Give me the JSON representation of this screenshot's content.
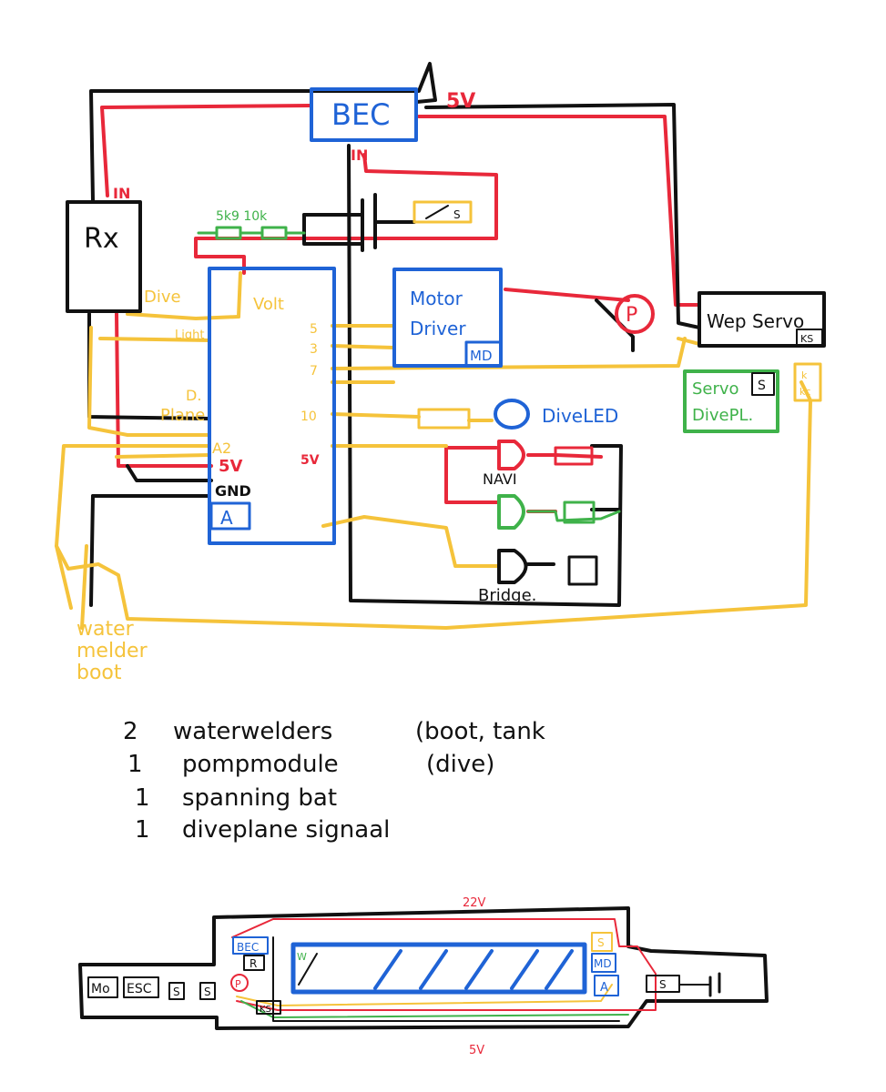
{
  "colors": {
    "black": "#111111",
    "red": "#e8283a",
    "blue": "#1f63d6",
    "green": "#3fb24a",
    "yellow": "#f5c33b"
  },
  "schematic": {
    "bec": "BEC",
    "v5_top": "5V",
    "in_bec": "IN",
    "in_rx": "IN",
    "rx": "Rx",
    "resistors": "5k9 10k",
    "switch_s": "S",
    "motor_driver_line1": "Motor",
    "motor_driver_line2": "Driver",
    "md": "MD",
    "pump": "P",
    "wep_servo": "Wep Servo",
    "ks": "KS",
    "servo_line1": "Servo",
    "servo_line2": "DivePL.",
    "servo_s": "S",
    "side_module_top": "k",
    "side_module_bottom": "kc",
    "dive": "Dive",
    "light": "Light",
    "volt": "Volt",
    "d_plane_line1": "D.",
    "d_plane_line2": "Plane",
    "a2": "A2",
    "v5_arduino": "5V",
    "gnd": "GND",
    "arduino_a": "A",
    "pin5": "5",
    "pin3": "3",
    "pin7": "7",
    "pin10": "10",
    "pin5v": "5V",
    "dive_led": "DiveLED",
    "navi": "NAVI",
    "bridge": "Bridge.",
    "watermelder_line1": "water",
    "watermelder_line2": "melder",
    "watermelder_line3": "boot"
  },
  "notes": [
    {
      "qty": "2",
      "text": "waterwelders",
      "extra": "(boot, tank"
    },
    {
      "qty": "1",
      "text": "pompmodule",
      "extra": "(dive)"
    },
    {
      "qty": "1",
      "text": "spanning bat",
      "extra": ""
    },
    {
      "qty": "1",
      "text": "diveplane signaal",
      "extra": ""
    }
  ],
  "hull": {
    "v22": "22V",
    "v5": "5V",
    "mo": "Mo",
    "esc": "ESC",
    "s1": "S",
    "s2": "S",
    "bec": "BEC",
    "r": "R",
    "p": "P",
    "ks": "KS",
    "w": "W",
    "s_right": "S",
    "md": "MD",
    "a": "A",
    "s_tail": "S"
  }
}
